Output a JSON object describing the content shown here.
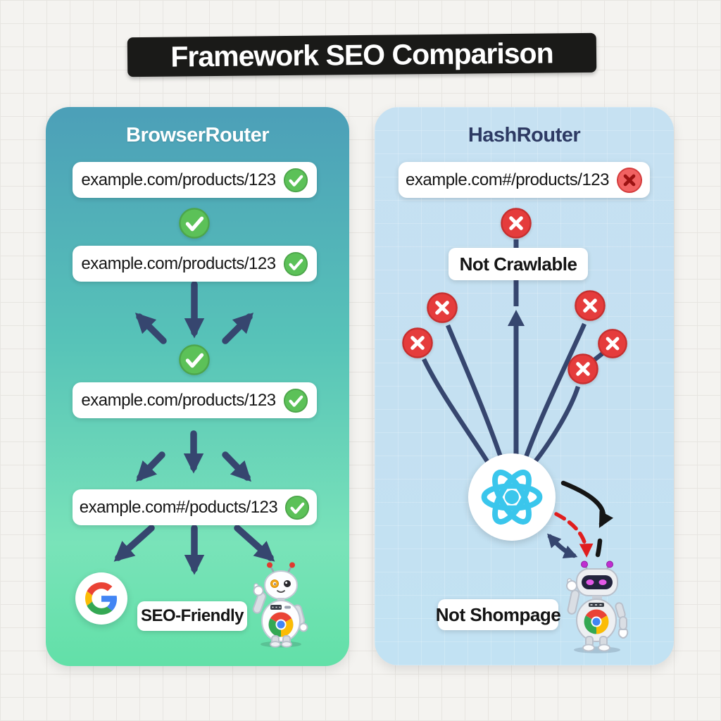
{
  "title": "Framework SEO Comparison",
  "left": {
    "title": "BrowserRouter",
    "urls": [
      "example.com/products/123",
      "example.com/products/123",
      "example.com/products/123",
      "example.com#/poducts/123"
    ],
    "seo_label": "SEO-Friendly"
  },
  "right": {
    "title": "HashRouter",
    "url": "example.com#/products/123",
    "crawl_label": "Not Crawlable",
    "bottom_label": "Not Shompage"
  },
  "icons": {
    "check": "check-circle-icon",
    "cross": "cross-circle-icon",
    "google": "google-logo-icon",
    "chrome": "chrome-logo-icon",
    "react": "react-logo-icon",
    "robot_left": "chrome-robot-icon",
    "robot_right": "crawler-robot-icon"
  },
  "colors": {
    "banner_bg": "#1A1A18",
    "left_panel_top": "#4C9FB8",
    "left_panel_bottom": "#62E0A8",
    "right_panel": "#C4E0F1",
    "navy": "#36466F",
    "green": "#53BF51",
    "red": "#E53C3C",
    "react_cyan": "#3AC6EC",
    "title_navy": "#2E3A63"
  }
}
